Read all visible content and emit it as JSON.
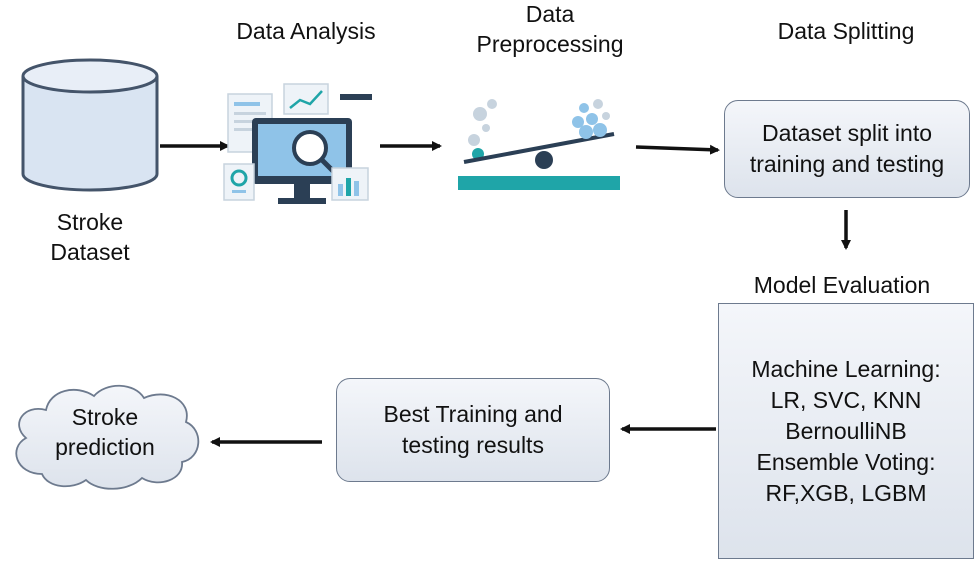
{
  "stages": {
    "dataset": [
      "Stroke",
      "Dataset"
    ],
    "analysis": "Data Analysis",
    "preprocessing": [
      "Data",
      "Preprocessing"
    ],
    "splitting": "Data Splitting",
    "evaluation": "Model Evaluation"
  },
  "boxes": {
    "split": [
      "Dataset split into",
      "training and testing"
    ],
    "models": [
      "Machine Learning:",
      "LR, SVC, KNN",
      "BernoulliNB",
      "Ensemble Voting:",
      "RF,XGB, LGBM"
    ],
    "best": [
      "Best Training and",
      "testing results"
    ],
    "prediction": [
      "Stroke",
      "prediction"
    ]
  },
  "colors": {
    "arrow": "#111111",
    "box_border": "#6d7a8e",
    "box_fill": "#e7ebf2",
    "cylinder_fill": "#d9e4f2",
    "cylinder_stroke": "#44546a",
    "teal": "#1fa5a8",
    "navy": "#2b3f55",
    "light_blue": "#8fc3e8"
  },
  "icons": [
    "database-icon",
    "data-analysis-icon",
    "preprocessing-icon",
    "cloud-icon"
  ]
}
